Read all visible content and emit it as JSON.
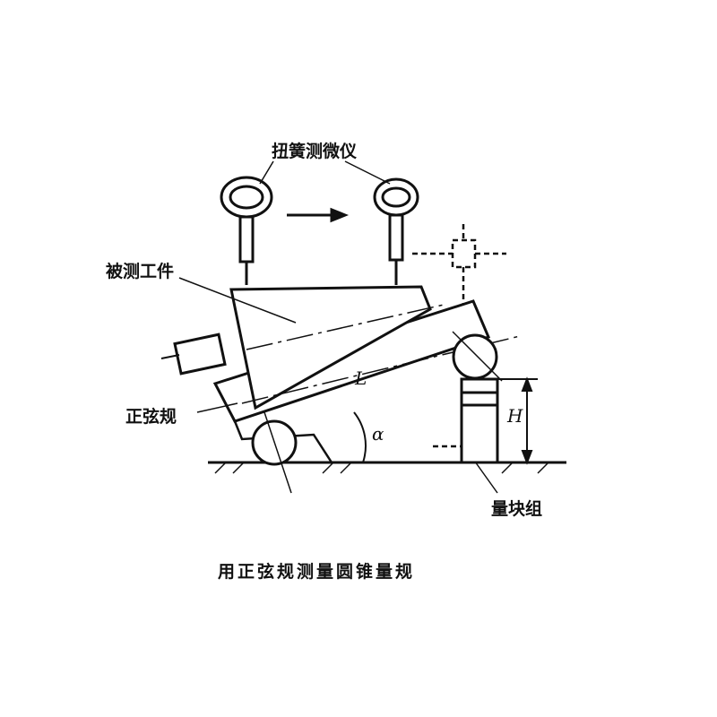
{
  "labels": {
    "micrometer": "扭簧测微仪",
    "workpiece": "被测工件",
    "sine_bar": "正弦规",
    "gauge_blocks": "量块组"
  },
  "symbols": {
    "length": "L",
    "height": "H",
    "angle": "α"
  },
  "caption": "用正弦规测量圆锥量规"
}
